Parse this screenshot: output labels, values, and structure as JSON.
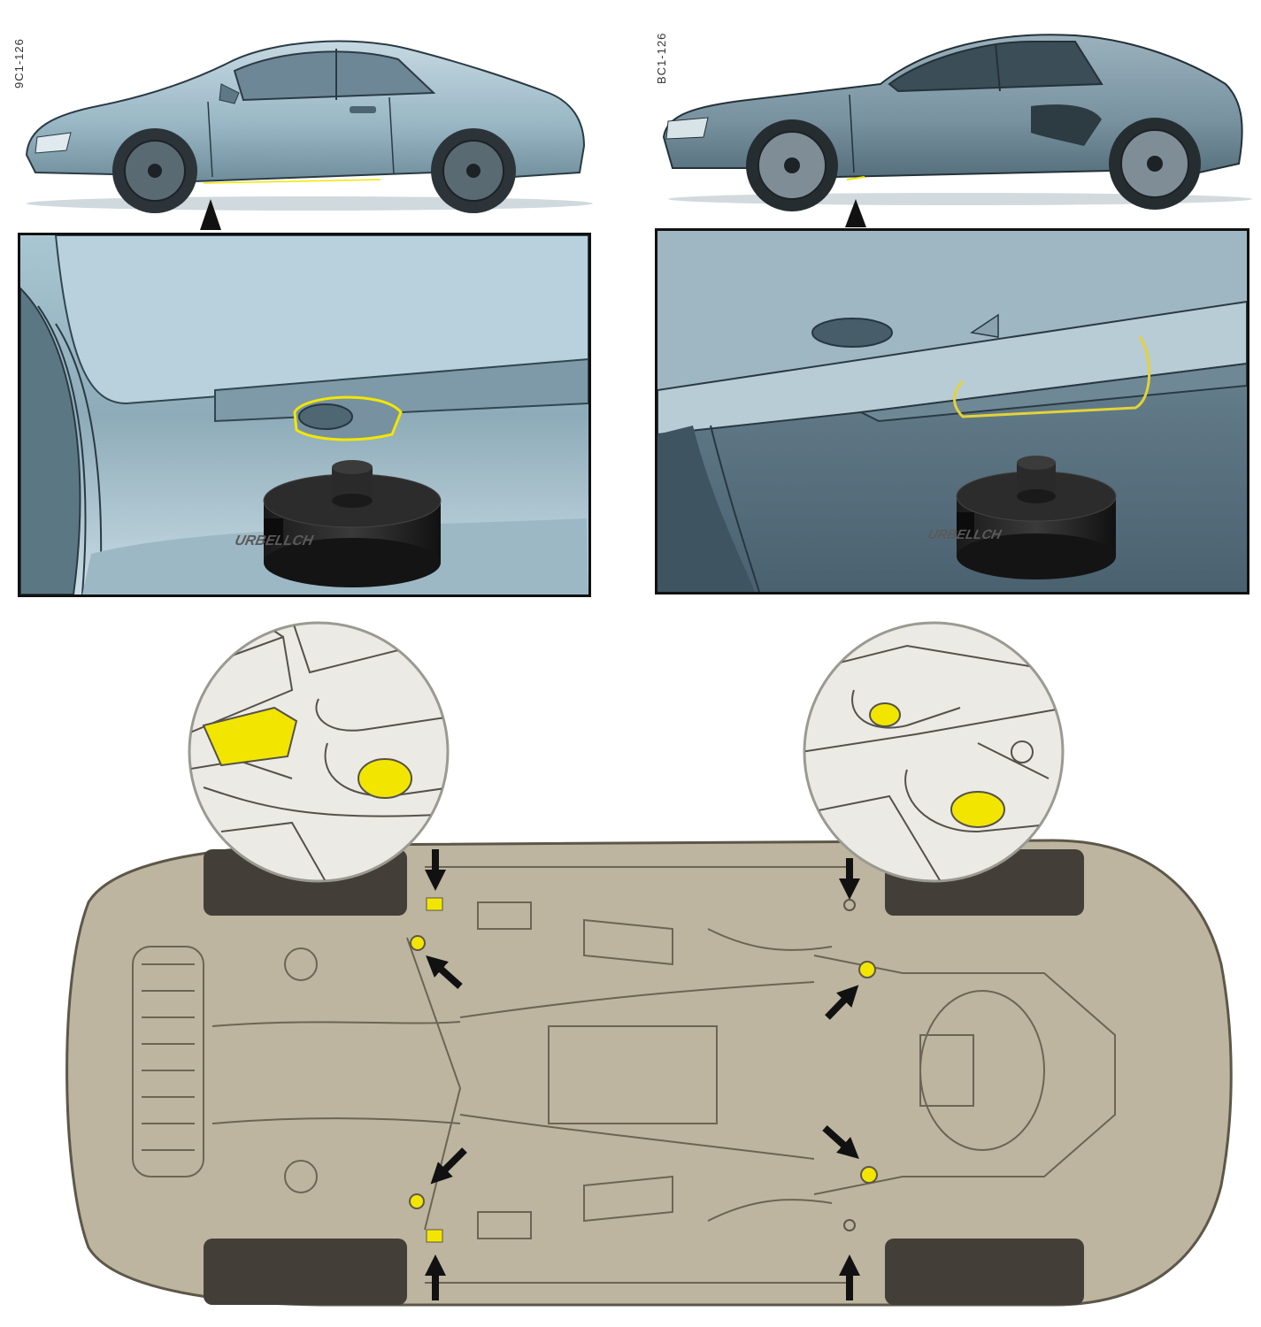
{
  "left_car": {
    "code": "9C1-126",
    "brand_on_pad": "URBELLCH"
  },
  "right_car": {
    "code": "BC1-126",
    "brand_on_pad": "URBELLCH"
  },
  "colors": {
    "lift_point_yellow": "#f2e600",
    "car_blue": "#8fb1c0",
    "underbody_beige": "#bdb59f",
    "arrow_black": "#111111"
  }
}
